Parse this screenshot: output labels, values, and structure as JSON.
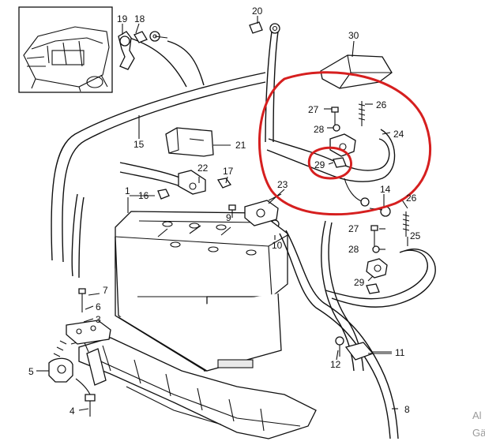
{
  "labels": {
    "l1": "1",
    "l3": "3",
    "l4": "4",
    "l5": "5",
    "l6": "6",
    "l7": "7",
    "l8": "8",
    "l9": "9",
    "l10": "10",
    "l11": "11",
    "l12": "12",
    "l14": "14",
    "l15": "15",
    "l16": "16",
    "l17": "17",
    "l18": "18",
    "l19": "19",
    "l20": "20",
    "l21": "21",
    "l22": "22",
    "l23": "23",
    "l24": "24",
    "l25": "25",
    "l26": "26",
    "l27": "27",
    "l28": "28",
    "l29": "29",
    "l30": "30"
  },
  "corner": {
    "line1": "Al",
    "line2": "Gä"
  },
  "colors": {
    "highlight": "#d61f1f",
    "line": "#111111",
    "background": "#ffffff"
  }
}
